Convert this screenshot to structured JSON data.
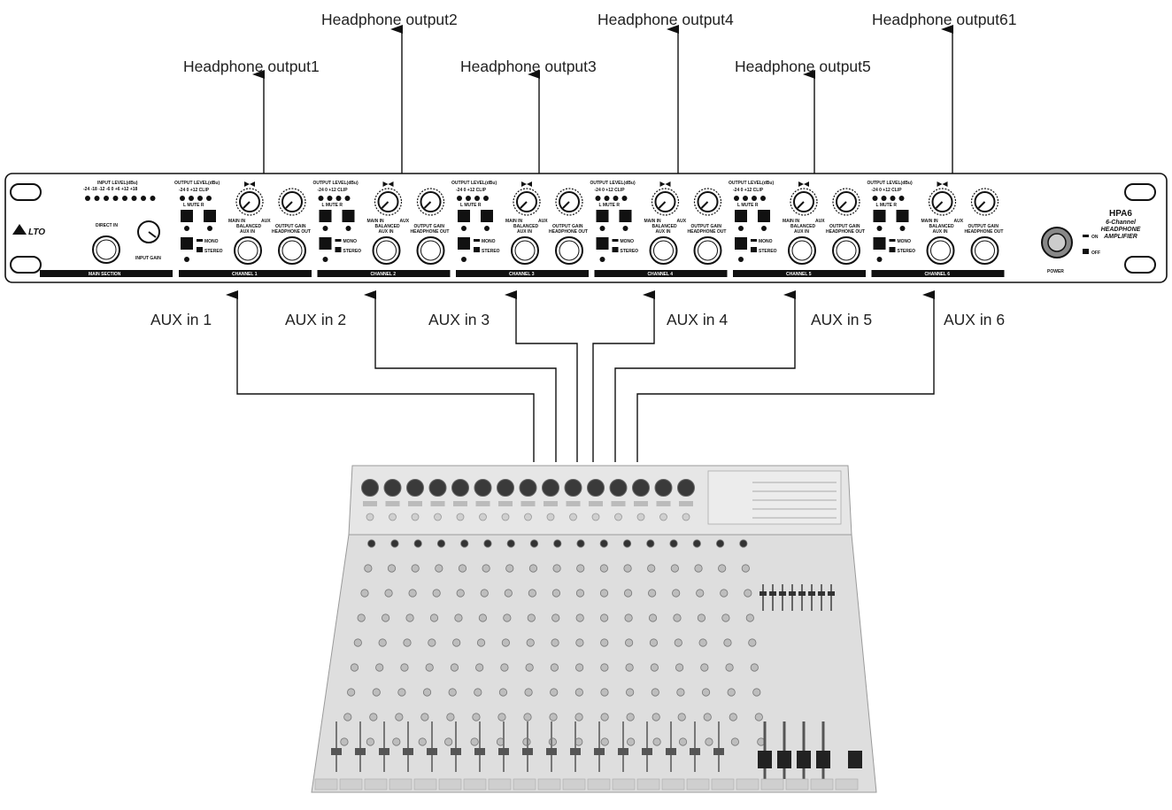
{
  "diagram": {
    "headphone_outputs": [
      "Headphone output1",
      "Headphone output2",
      "Headphone output3",
      "Headphone output4",
      "Headphone output5",
      "Headphone output61"
    ],
    "aux_inputs": [
      "AUX in 1",
      "AUX in 2",
      "AUX in 3",
      "AUX in 4",
      "AUX in 5",
      "AUX in 6"
    ]
  },
  "rack": {
    "brand": "LTO",
    "model": "HPA6",
    "subtitle_1": "6-Channel",
    "subtitle_2": "HEADPHONE",
    "subtitle_3": "AMPLIFIER",
    "input_level_title": "INPUT LEVEL(dBu)",
    "input_level_scale": "-24  -18  -12  -6   0   +6  +12  +18",
    "direct_in": "DIRECT IN",
    "input_gain": "INPUT GAIN",
    "main_section": "MAIN SECTION",
    "output_level_title": "OUTPUT LEVEL(dBu)",
    "output_level_scale": "-24   0   +12  CLIP",
    "lmr": "L   MUTE   R",
    "mono": "MONO",
    "stereo": "STEREO",
    "main_in": "MAIN IN",
    "aux": "AUX",
    "balanced": "BALANCED",
    "aux_in": "AUX IN",
    "output_gain": "OUTPUT GAIN",
    "headphone_out": "HEADPHONE OUT",
    "channels": [
      "CHANNEL 1",
      "CHANNEL 2",
      "CHANNEL 3",
      "CHANNEL 4",
      "CHANNEL 5",
      "CHANNEL 6"
    ],
    "power": "POWER",
    "on": "ON",
    "off": "OFF"
  },
  "colors": {
    "ink": "#111111",
    "label": "#222222",
    "mixer_body": "#d8d8d8",
    "mixer_knob": "#3a3a3a"
  }
}
